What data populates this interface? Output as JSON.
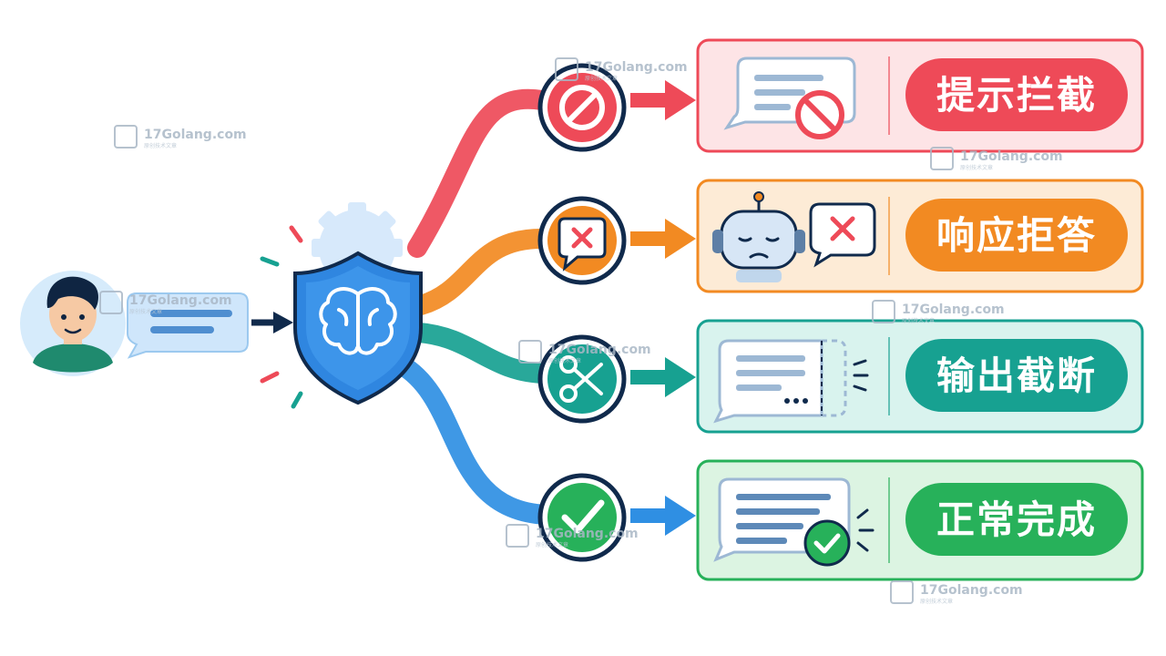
{
  "colors": {
    "red": "#ee4a58",
    "orange": "#f28a22",
    "teal": "#17a191",
    "blue": "#2f8fe3",
    "green": "#27b15a",
    "navy": "#102a4c",
    "shield": "#2f86e0"
  },
  "outcomes": [
    {
      "label": "提示拦截",
      "icon": "no-entry-icon",
      "color": "#ee4a58"
    },
    {
      "label": "响应拒答",
      "icon": "x-speech-icon",
      "color": "#f28a22"
    },
    {
      "label": "输出截断",
      "icon": "scissors-icon",
      "color": "#17a191"
    },
    {
      "label": "正常完成",
      "icon": "check-icon",
      "color": "#27b15a"
    }
  ],
  "watermark": {
    "text": "17Golang.com",
    "sub": "原创技术文章"
  }
}
